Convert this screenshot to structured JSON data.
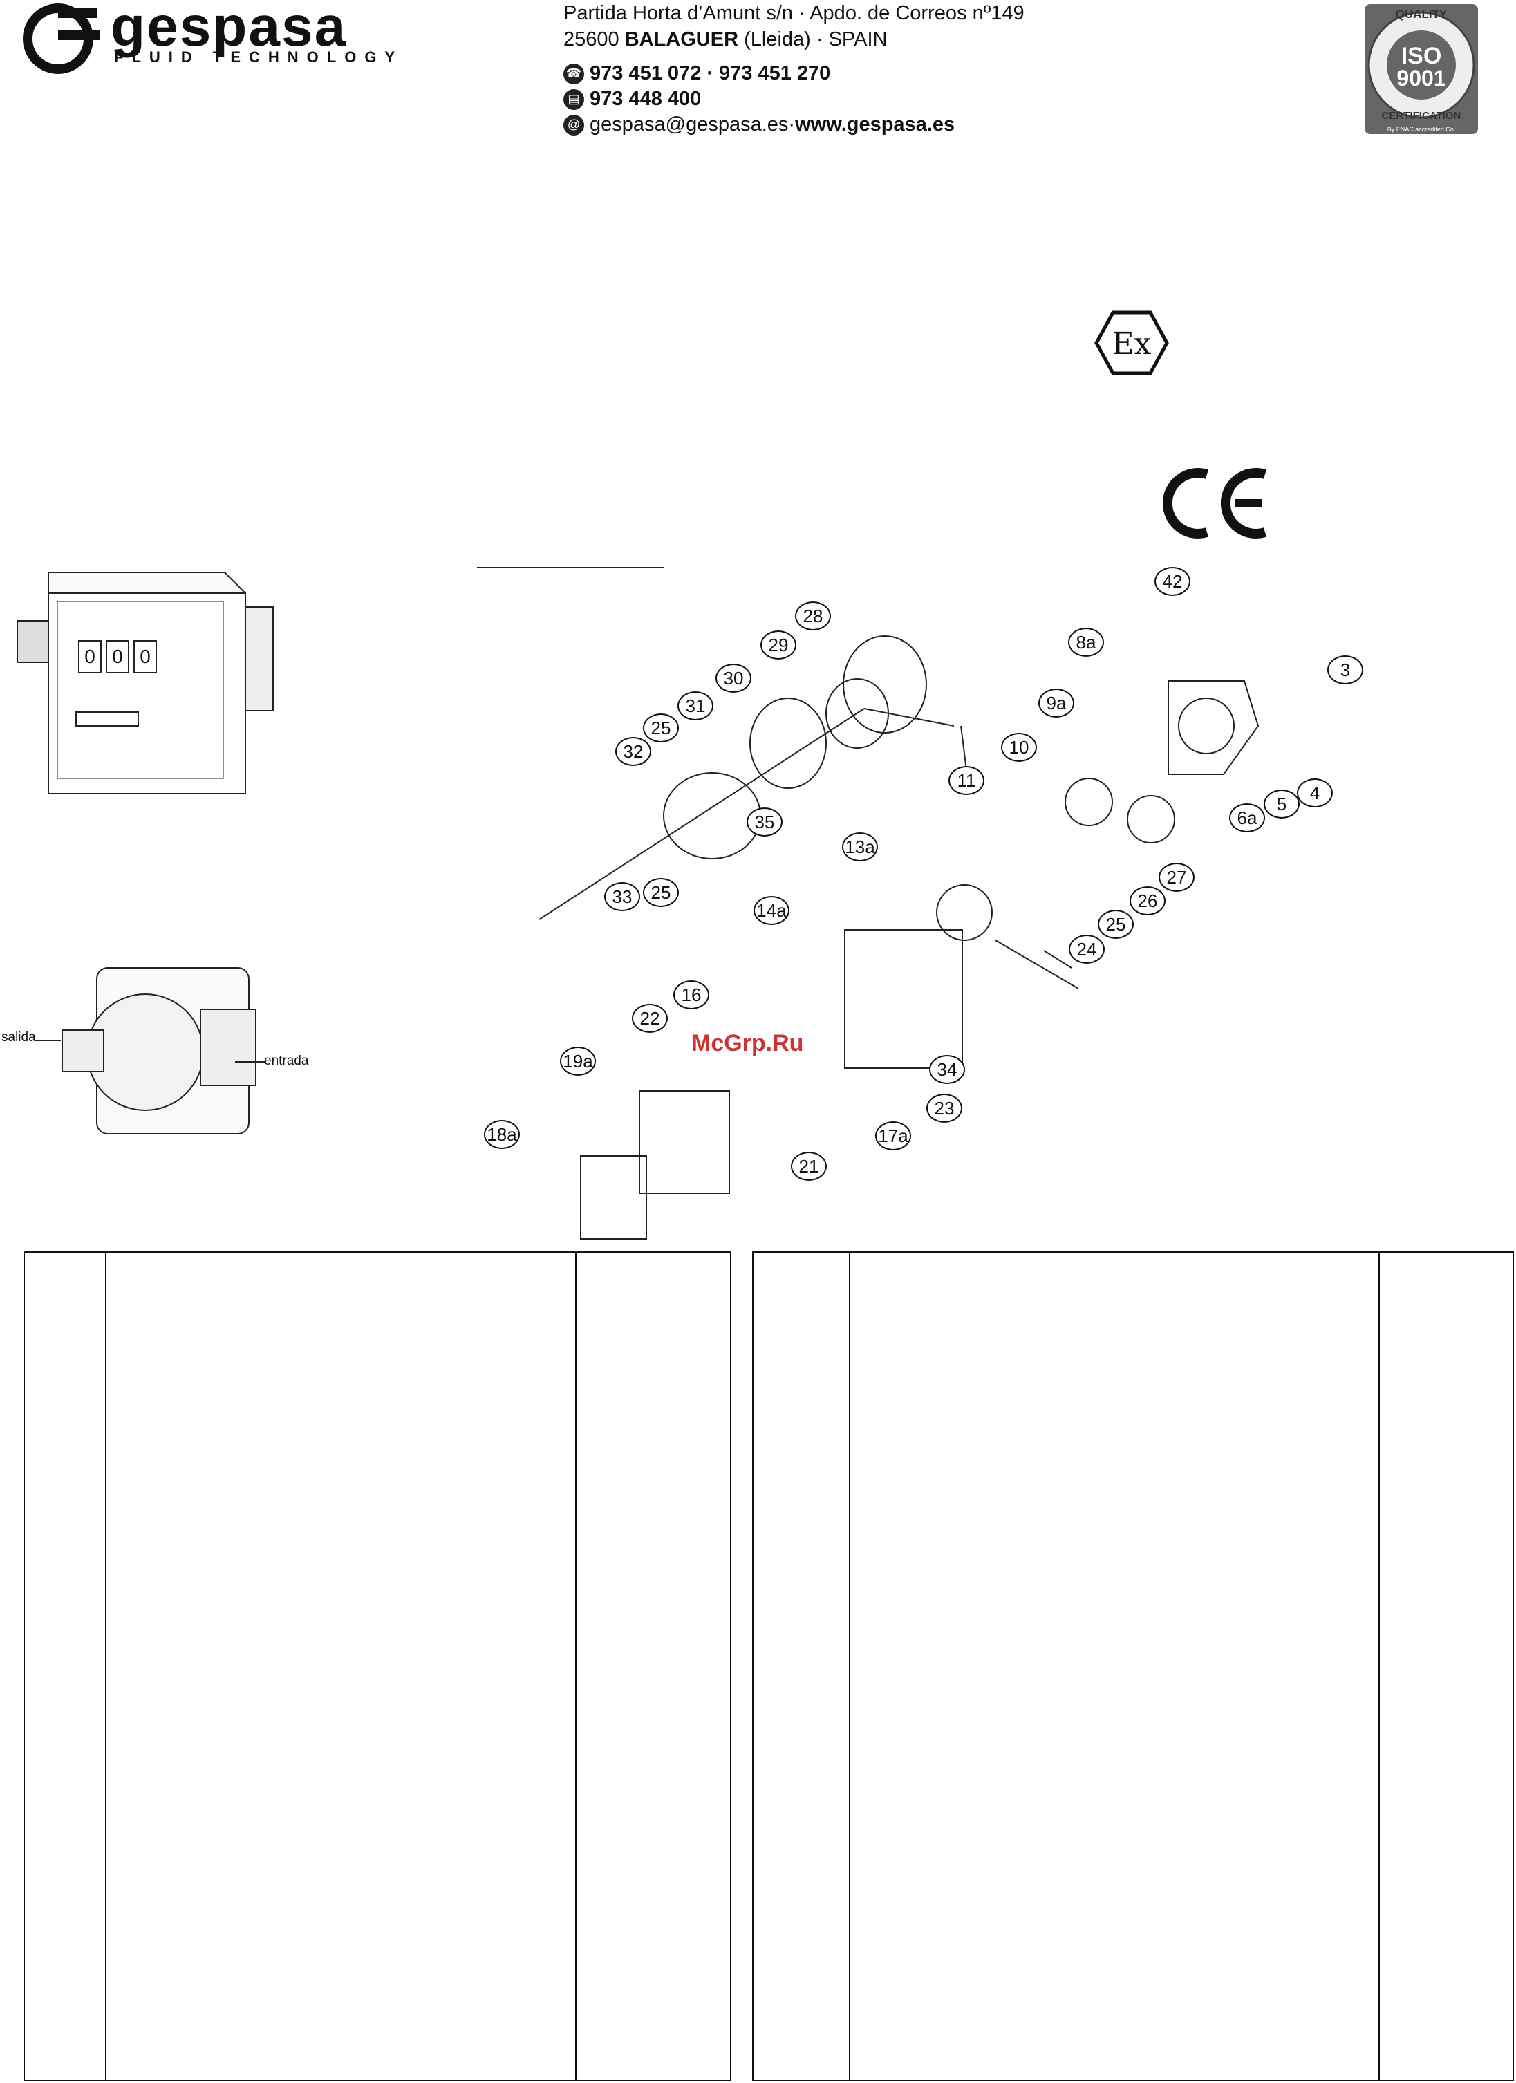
{
  "header": {
    "brand": "gespasa",
    "tagline": "FLUID TECHNOLOGY",
    "address_line1": "Partida Horta d’Amunt s/n · Apdo. de Correos nº149",
    "address_line2_prefix": "25600 ",
    "address_line2_city": "BALAGUER",
    "address_line2_suffix": " (Lleida) · SPAIN",
    "phone": "973 451 072 · 973 451 270",
    "fax": "973 448 400",
    "email": "gespasa@gespasa.es",
    "email_sep": " · ",
    "web": "www.gespasa.es"
  },
  "iso_badge": {
    "top": "QUALITY",
    "main1": "ISO",
    "main2": "9001",
    "bottom": "CERTIFICATION",
    "note": "By ENAC accredited Co."
  },
  "marks": {
    "ex": "Ex",
    "ce": "CE"
  },
  "meter_front": {
    "digits": [
      "0",
      "0",
      "0"
    ]
  },
  "meter_back": {
    "outlet_label": "salida",
    "inlet_label": "entrada"
  },
  "exploded_view": {
    "callouts": [
      "42",
      "8a",
      "3",
      "28",
      "29",
      "30",
      "9a",
      "31",
      "25",
      "10",
      "32",
      "35",
      "11",
      "6a",
      "5",
      "4",
      "13a",
      "27",
      "33",
      "25",
      "26",
      "14a",
      "25",
      "24",
      "16",
      "22",
      "34",
      "19a",
      "23",
      "17a",
      "18a",
      "21"
    ],
    "watermark": "McGrp.Ru"
  },
  "colors": {
    "ink": "#111111",
    "watermark": "#cc3333"
  }
}
